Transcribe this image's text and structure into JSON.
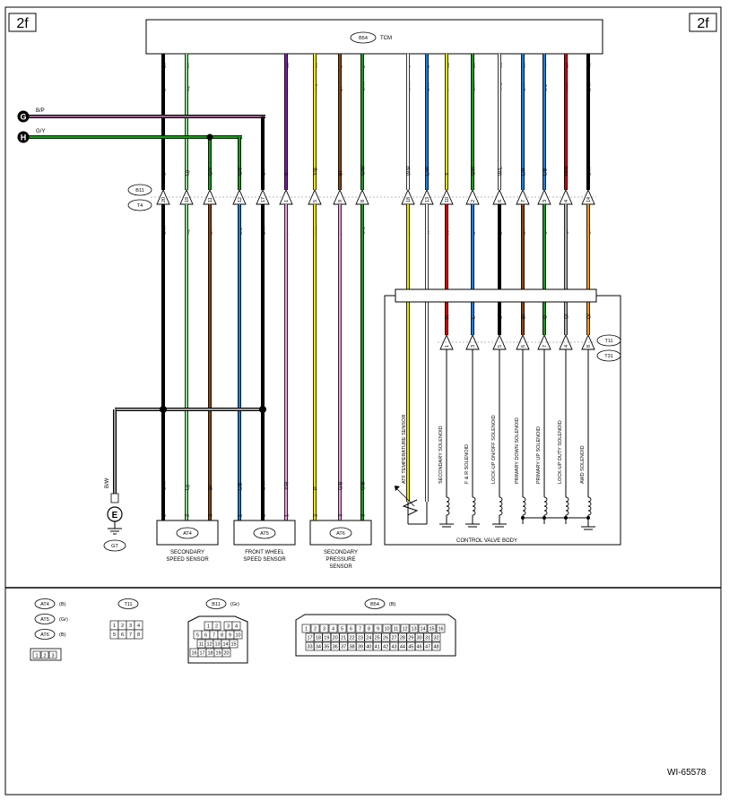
{
  "page": {
    "tag_left": "2f",
    "tag_right": "2f",
    "figure_id": "WI-65578"
  },
  "tcm": {
    "connector": "B54",
    "name": "TCM",
    "pins": [
      {
        "pin": "26",
        "wire": "B",
        "color": "#000000"
      },
      {
        "pin": "13",
        "wire": "Lg",
        "color": "#8fe08f"
      },
      {
        "pin": "12",
        "wire": "V",
        "color": "#7a1fa0"
      },
      {
        "pin": "33",
        "wire": "Y/B",
        "color": "#f2e600"
      },
      {
        "pin": "5",
        "wire": "Br",
        "color": "#8b4513"
      },
      {
        "pin": "2",
        "wire": "G/W",
        "color": "#1a9a1a"
      },
      {
        "pin": "6",
        "wire": "W/R",
        "color": "#c0392b"
      },
      {
        "pin": "1",
        "wire": "L/W",
        "color": "#1e7fd8"
      },
      {
        "pin": "32",
        "wire": "Y",
        "color": "#f2e600"
      },
      {
        "pin": "16",
        "wire": "G/R",
        "color": "#1a9a1a"
      },
      {
        "pin": "31",
        "wire": "W/L",
        "color": "#1e7fd8"
      },
      {
        "pin": "30",
        "wire": "L/R",
        "color": "#1e7fd8"
      },
      {
        "pin": "47",
        "wire": "L/B",
        "color": "#1e7fd8"
      },
      {
        "pin": "15",
        "wire": "R/W",
        "color": "#d40000"
      },
      {
        "pin": "48",
        "wire": "B/W",
        "color": "#000000"
      }
    ]
  },
  "buses": [
    {
      "letter": "G",
      "wire": "B/P"
    },
    {
      "letter": "H",
      "wire": "G/Y"
    }
  ],
  "b11_row": {
    "connectors": [
      "B11",
      "T4"
    ],
    "upper_wires": [
      "B",
      "Lg",
      "G/Y",
      "G/Y",
      "B/P",
      "V",
      "Y/B",
      "Br",
      "G/W",
      "W/R",
      "L/W",
      "Y",
      "G/R",
      "W/L",
      "L/R",
      "L/B",
      "R/W",
      "B/W"
    ],
    "pins": [
      "20",
      "19",
      "11",
      "12",
      "17",
      "1",
      "5",
      "9",
      "8",
      "18",
      "13",
      "10",
      "2",
      "6",
      "7",
      "3",
      "4",
      "14"
    ],
    "lower_wires": [
      "B/W",
      "Lg",
      "Br",
      "L/B",
      "B/W",
      "P",
      "Y/R",
      "P",
      "G/B",
      "Y",
      "W",
      "R",
      "L",
      "B",
      "Br",
      "G",
      "Gr",
      "Or"
    ]
  },
  "t11_row": {
    "connectors": [
      "T11",
      "T31"
    ],
    "upper_wires": [
      "R",
      "L",
      "B",
      "Br",
      "G",
      "Gr",
      "Or"
    ],
    "pins": [
      "1",
      "3",
      "5",
      "6",
      "7",
      "4",
      "8"
    ]
  },
  "sensors": [
    {
      "connector": "AT4",
      "name_line1": "SECONDARY",
      "name_line2": "SPEED SENSOR",
      "name_line3": "",
      "wires": [
        "B/W",
        "Lg",
        "Br"
      ],
      "pins": [
        "1",
        "2",
        "3"
      ]
    },
    {
      "connector": "AT5",
      "name_line1": "FRONT WHEEL",
      "name_line2": "SPEED SENSOR",
      "name_line3": "",
      "wires": [
        "L/B",
        "B/W"
      ],
      "pins": [
        "1",
        "2"
      ]
    },
    {
      "connector": "AT6",
      "name_line1": "SECONDARY",
      "name_line2": "PRESSURE",
      "name_line3": "SENSOR",
      "wires": [
        "Y/R",
        "P",
        "G/B"
      ],
      "pins": [
        "1",
        "2",
        "3"
      ]
    }
  ],
  "ground": {
    "wire": "B/W",
    "letter": "E",
    "ground_point": "GT"
  },
  "control_valve_body": {
    "title": "CONTROL VALVE BODY",
    "components": [
      "ATF TEMPERATURE SENSOR",
      "SECONDARY SOLENOID",
      "F & R SOLENOID",
      "LOCK-UP ON/OFF SOLENOID",
      "PRIMARY DOWN SOLENOID",
      "PRIMARY UP SOLENOID",
      "LOCK-UP DUTY SOLENOID",
      "AWD SOLENOID"
    ]
  },
  "connector_views": {
    "at": {
      "labels": [
        "AT4",
        "AT5",
        "AT6"
      ],
      "colors": [
        "(B)",
        "(Gr)",
        "(B)"
      ],
      "pins": [
        "1",
        "2",
        "3"
      ]
    },
    "t11": {
      "label": "T11",
      "pins": [
        "1",
        "2",
        "3",
        "4",
        "5",
        "6",
        "7",
        "8"
      ]
    },
    "b11": {
      "label": "B11",
      "color": "(Gr)",
      "pins": [
        "1",
        "2",
        "3",
        "4",
        "5",
        "6",
        "7",
        "8",
        "9",
        "10",
        "11",
        "12",
        "13",
        "14",
        "15",
        "16",
        "17",
        "18",
        "19",
        "20"
      ]
    },
    "b54": {
      "label": "B54",
      "color": "(B)",
      "pins": [
        "1",
        "2",
        "3",
        "4",
        "5",
        "6",
        "7",
        "8",
        "9",
        "10",
        "11",
        "12",
        "13",
        "14",
        "15",
        "16",
        "17",
        "18",
        "19",
        "20",
        "21",
        "22",
        "23",
        "24",
        "25",
        "26",
        "27",
        "28",
        "29",
        "30",
        "31",
        "32",
        "33",
        "34",
        "35",
        "36",
        "37",
        "38",
        "39",
        "40",
        "41",
        "42",
        "43",
        "44",
        "45",
        "46",
        "47",
        "48"
      ]
    }
  },
  "colors": {
    "B": "#000000",
    "Lg": "#8fe08f",
    "Br": "#8b4513",
    "V": "#7a1fa0",
    "Y": "#f2e600",
    "G": "#1a9a1a",
    "L": "#1e7fd8",
    "R": "#d40000",
    "W": "#ffffff",
    "P": "#f0a0e0",
    "Gr": "#b0b0b0",
    "Or": "#f39c12"
  }
}
